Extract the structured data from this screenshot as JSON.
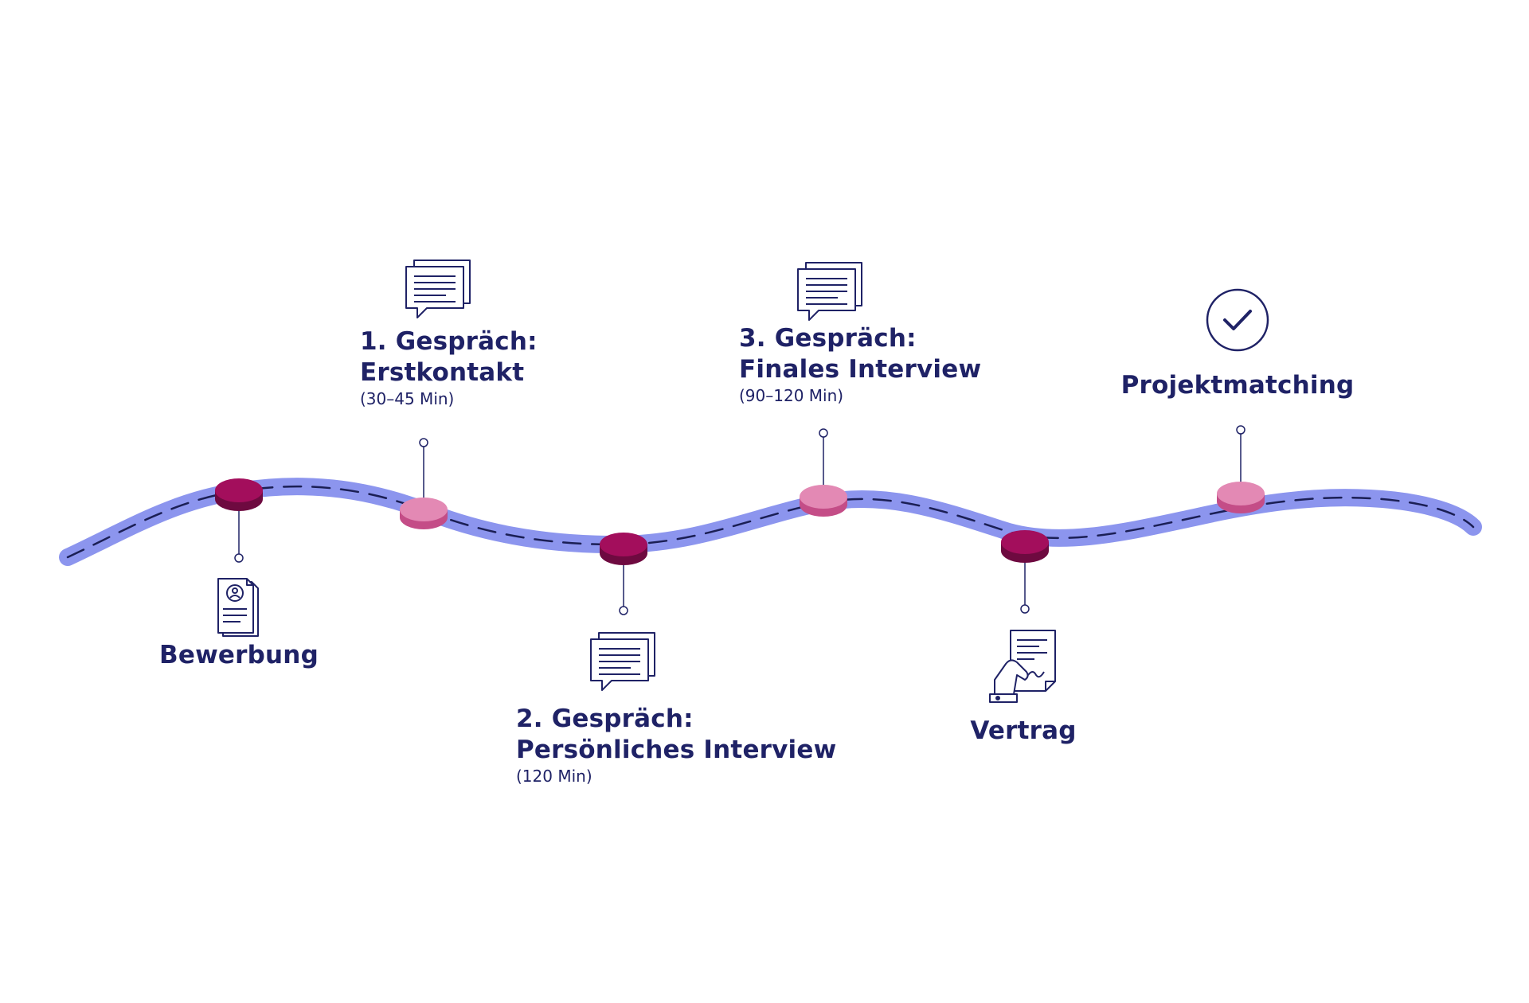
{
  "colors": {
    "road": "#8c95ee",
    "dash": "#1b1f55",
    "ink": "#1f2266",
    "stop_dark": "#a30e5c",
    "stop_dark_side": "#6e0a40",
    "stop_light": "#e389b4",
    "stop_light_side": "#c44d87",
    "background": "#ffffff"
  },
  "steps": [
    {
      "id": "bewerbung",
      "title_lines": [
        "Bewerbung"
      ],
      "duration": "",
      "icon": "resume-document-icon",
      "stop_color": "dark",
      "label_side": "below"
    },
    {
      "id": "gespraech-1",
      "title_lines": [
        "1. Gespräch:",
        "Erstkontakt"
      ],
      "duration": "(30–45 Min)",
      "icon": "chat-bubbles-icon",
      "stop_color": "light",
      "label_side": "above"
    },
    {
      "id": "gespraech-2",
      "title_lines": [
        "2. Gespräch:",
        "Persönliches Interview"
      ],
      "duration": "(120 Min)",
      "icon": "chat-bubbles-icon",
      "stop_color": "dark",
      "label_side": "below"
    },
    {
      "id": "gespraech-3",
      "title_lines": [
        "3. Gespräch:",
        "Finales Interview"
      ],
      "duration": "(90–120 Min)",
      "icon": "chat-bubbles-icon",
      "stop_color": "light",
      "label_side": "above"
    },
    {
      "id": "vertrag",
      "title_lines": [
        "Vertrag"
      ],
      "duration": "",
      "icon": "contract-handshake-icon",
      "stop_color": "dark",
      "label_side": "below"
    },
    {
      "id": "projektmatching",
      "title_lines": [
        "Projektmatching"
      ],
      "duration": "",
      "icon": "checkmark-circle-icon",
      "stop_color": "light",
      "label_side": "above"
    }
  ]
}
